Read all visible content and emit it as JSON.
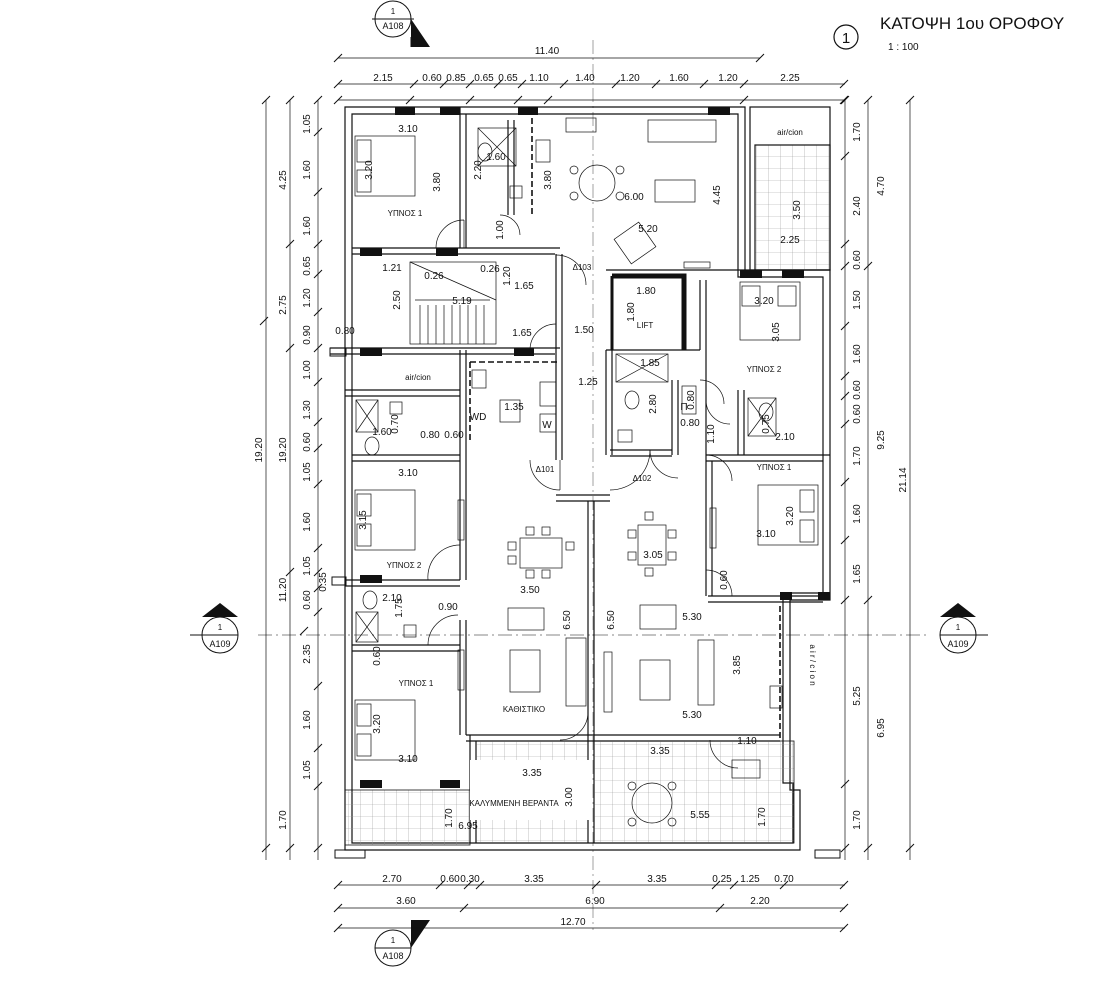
{
  "title": "ΚΑΤΟΨΗ 1ου ΟΡΟΦΟΥ",
  "drawing_number": "1",
  "scale": "1 : 100",
  "section_markers": [
    {
      "id": "sec-top",
      "num": "1",
      "sheet": "A108"
    },
    {
      "id": "sec-bottom",
      "num": "1",
      "sheet": "A108"
    },
    {
      "id": "sec-left",
      "num": "1",
      "sheet": "A109"
    },
    {
      "id": "sec-right",
      "num": "1",
      "sheet": "A109"
    }
  ],
  "overall": {
    "top_width": "11.40",
    "bottom_width": "12.70",
    "left_height": "19.20",
    "left_height_2": "19.20",
    "right_height": "21.14",
    "right_height_2": "9.25"
  },
  "top_dims": [
    "2.15",
    "0.60",
    "0.85",
    "0.65",
    "0.65",
    "1.10",
    "1.40",
    "1.20",
    "1.60",
    "1.20",
    "2.25"
  ],
  "bottom_dims_row1": [
    "2.70",
    "0.60",
    "0.30",
    "3.35",
    "3.35",
    "0.25",
    "1.25",
    "0.70"
  ],
  "bottom_dims_row2": [
    "3.60",
    "6.90",
    "2.20"
  ],
  "left_dims": [
    "1.05",
    "1.60",
    "1.60",
    "0.65",
    "1.20",
    "0.90",
    "1.00",
    "1.30",
    "0.60",
    "1.05",
    "1.60",
    "1.05",
    "0.35",
    "0.60",
    "2.35",
    "1.60",
    "1.05",
    "1.70"
  ],
  "left_dims_mid": [
    "4.25",
    "2.75",
    "11.20",
    "0.80"
  ],
  "right_dims": [
    "1.70",
    "2.40",
    "0.60",
    "1.50",
    "1.60",
    "0.60",
    "0.60",
    "1.70",
    "1.60",
    "1.65",
    "5.25",
    "1.70"
  ],
  "right_dims_mid": [
    "4.70",
    "6.95"
  ],
  "rooms": [
    {
      "id": "bed-1-top",
      "label": "ΥΠΝΟΣ 1"
    },
    {
      "id": "bed-2-right",
      "label": "ΥΠΝΟΣ 2"
    },
    {
      "id": "bed-1-right",
      "label": "ΥΠΝΟΣ 1"
    },
    {
      "id": "bed-2-left",
      "label": "ΥΠΝΟΣ 2"
    },
    {
      "id": "bed-1-left",
      "label": "ΥΠΝΟΣ 1"
    },
    {
      "id": "living",
      "label": "ΚΑΘΙΣΤΙΚΟ"
    },
    {
      "id": "veranda",
      "label": "ΚΑΛΥΜΜΕΝΗ ΒΕΡΑΝΤΑ"
    },
    {
      "id": "lift",
      "label": "LIFT"
    },
    {
      "id": "aircon-top",
      "label": "air/cion"
    },
    {
      "id": "aircon-mid",
      "label": "air/cion"
    },
    {
      "id": "aircon-right",
      "label": "a i r / c i o n"
    }
  ],
  "doors": [
    "Δ103",
    "Δ101",
    "Δ102"
  ],
  "labels": {
    "wd": "WD",
    "w": "W",
    "p": "Π"
  },
  "interior_dims": [
    "3.10",
    "3.20",
    "3.80",
    "1.60",
    "2.20",
    "3.80",
    "6.00",
    "4.45",
    "5.20",
    "1.00",
    "3.50",
    "2.25",
    "1.21",
    "0.26",
    "0.26",
    "1.20",
    "2.50",
    "5.19",
    "1.65",
    "1.65",
    "1.50",
    "1.80",
    "1.80",
    "3.20",
    "3.05",
    "1.85",
    "1.25",
    "1.35",
    "2.80",
    "0.80",
    "0.80",
    "1.10",
    "0.75",
    "2.10",
    "1.60",
    "0.70",
    "0.80",
    "0.60",
    "3.10",
    "3.15",
    "3.05",
    "3.20",
    "3.10",
    "0.60",
    "2.10",
    "1.75",
    "0.90",
    "3.50",
    "6.50",
    "6.50",
    "5.30",
    "3.85",
    "5.30",
    "0.60",
    "3.20",
    "3.10",
    "3.35",
    "3.00",
    "1.70",
    "6.95",
    "3.35",
    "5.55",
    "1.10",
    "1.70"
  ]
}
